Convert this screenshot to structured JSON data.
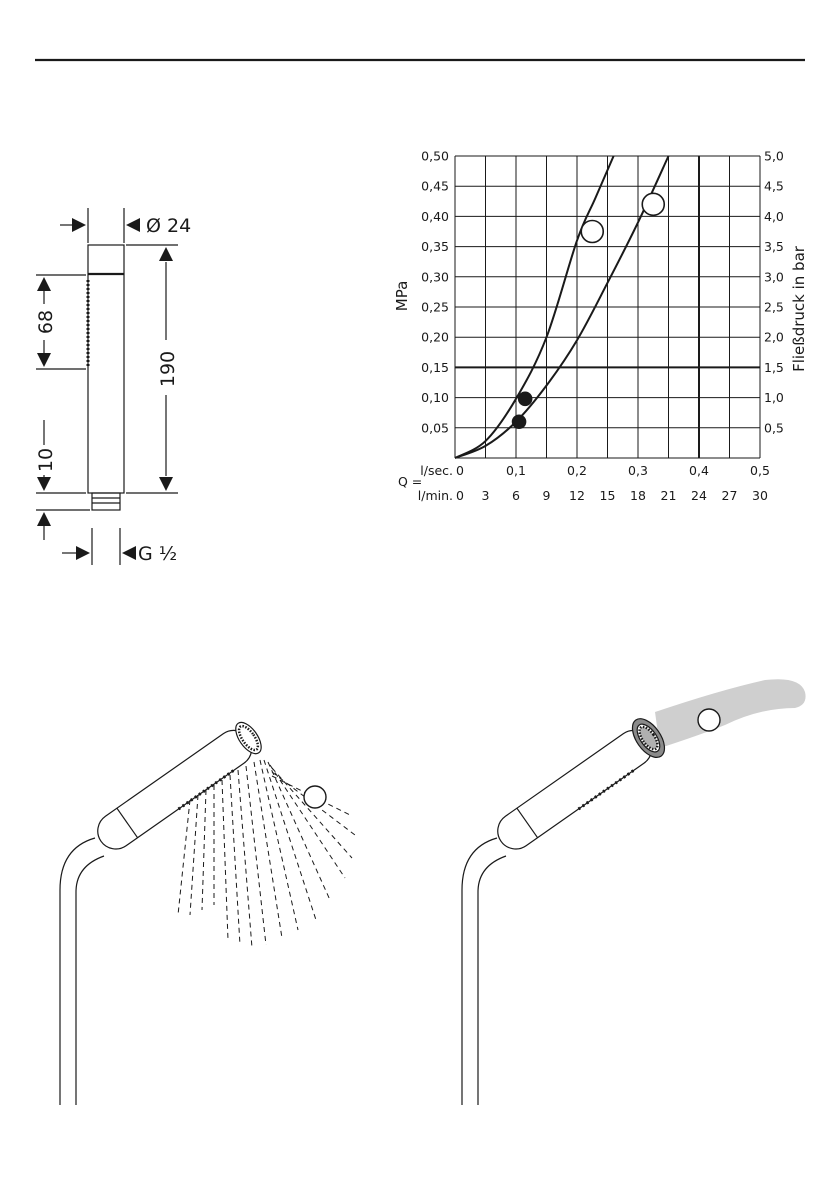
{
  "dimensions": {
    "diameter": "Ø 24",
    "length": "190",
    "grip": "68",
    "thread_len": "10",
    "thread": "G ½"
  },
  "chart_data": {
    "type": "line",
    "ylabel": "MPa",
    "ylabel_right": "Fließdruck in bar",
    "q_label": "Q =",
    "x_unit_sec": "l/sec.",
    "x_unit_min": "l/min.",
    "y_ticks": [
      "0,05",
      "0,10",
      "0,15",
      "0,20",
      "0,25",
      "0,30",
      "0,35",
      "0,40",
      "0,45",
      "0,50"
    ],
    "y_ticks_right": [
      "0,5",
      "1,0",
      "1,5",
      "2,0",
      "2,5",
      "3,0",
      "3,5",
      "4,0",
      "4,5",
      "5,0"
    ],
    "x_ticks_sec": [
      "0",
      "0,1",
      "0,2",
      "0,3",
      "0,4",
      "0,5"
    ],
    "x_ticks_min": [
      "0",
      "3",
      "6",
      "9",
      "12",
      "15",
      "18",
      "21",
      "24",
      "27",
      "30"
    ],
    "xlim": [
      0,
      0.5
    ],
    "ylim": [
      0,
      0.5
    ],
    "series": [
      {
        "points": [
          [
            0,
            0
          ],
          [
            0.05,
            0.028
          ],
          [
            0.1,
            0.098
          ],
          [
            0.15,
            0.2
          ],
          [
            0.2,
            0.36
          ],
          [
            0.23,
            0.43
          ],
          [
            0.26,
            0.5
          ]
        ]
      },
      {
        "points": [
          [
            0,
            0
          ],
          [
            0.05,
            0.02
          ],
          [
            0.1,
            0.06
          ],
          [
            0.15,
            0.12
          ],
          [
            0.2,
            0.195
          ],
          [
            0.25,
            0.29
          ],
          [
            0.3,
            0.39
          ],
          [
            0.35,
            0.5
          ]
        ]
      }
    ],
    "markers": [
      {
        "x": 0.115,
        "y": 0.098,
        "style": "filled"
      },
      {
        "x": 0.105,
        "y": 0.06,
        "style": "filled"
      },
      {
        "x": 0.225,
        "y": 0.375,
        "style": "open"
      },
      {
        "x": 0.325,
        "y": 0.42,
        "style": "open"
      }
    ]
  }
}
